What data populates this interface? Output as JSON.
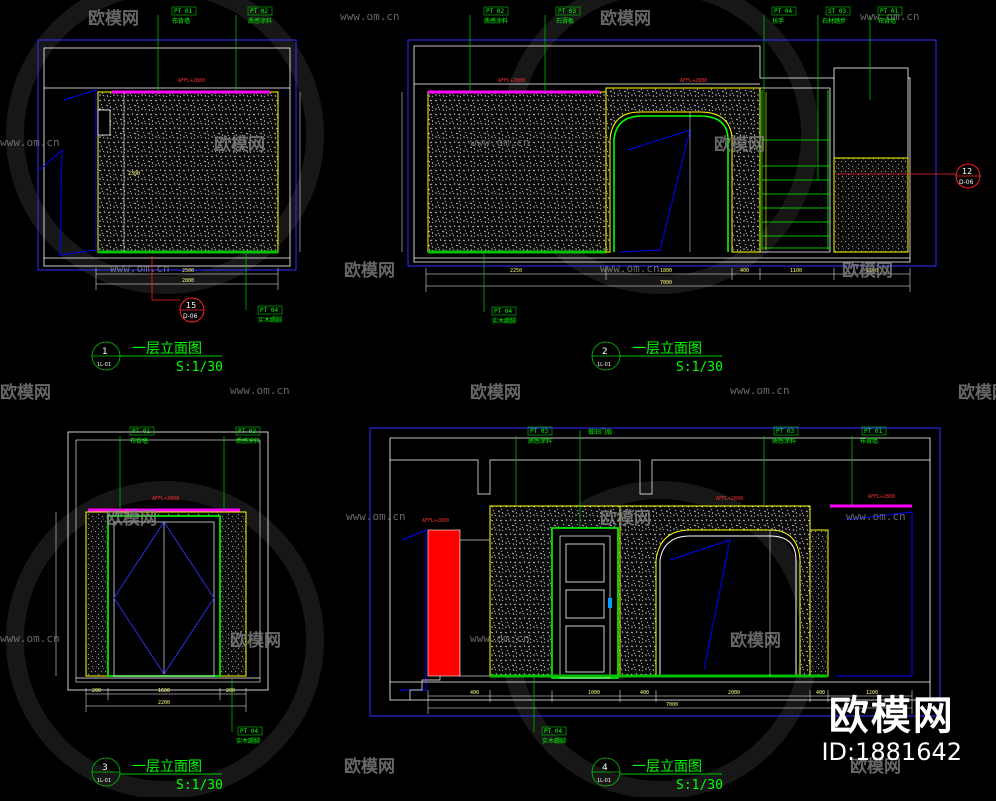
{
  "drawings": [
    {
      "num": "1",
      "sheet": "1L-01",
      "title": "一层立面图",
      "scale": "S:1/30",
      "ref": {
        "num": "15",
        "sheet": "D-06"
      },
      "tags": [
        {
          "code": "PT 01",
          "label": "布背墙"
        },
        {
          "code": "PT 02",
          "label": "质感涂料"
        },
        {
          "code": "PT 04",
          "label": "实木踢脚"
        }
      ],
      "afl": "AFFL+2800"
    },
    {
      "num": "2",
      "sheet": "1L-01",
      "title": "一层立面图",
      "scale": "S:1/30",
      "ref": {
        "num": "12",
        "sheet": "D-06"
      },
      "tags": [
        {
          "code": "PT 02",
          "label": "质感涂料"
        },
        {
          "code": "PT 03",
          "label": "石膏板"
        },
        {
          "code": "PT 04",
          "label": "扶手"
        },
        {
          "code": "ST 03",
          "label": "石材踏步"
        },
        {
          "code": "PT 01",
          "label": "布背墙"
        },
        {
          "code": "PT 04",
          "label": "实木踢脚"
        }
      ],
      "afl": "AFFL+2800"
    },
    {
      "num": "3",
      "sheet": "1L-01",
      "title": "一层立面图",
      "scale": "S:1/30",
      "tags": [
        {
          "code": "PT 01",
          "label": "布背墙"
        },
        {
          "code": "PT 03",
          "label": "质感涂料"
        },
        {
          "code": "PT 04",
          "label": "实木踢脚"
        }
      ],
      "afl": "AFFL+2800"
    },
    {
      "num": "4",
      "sheet": "1L-01",
      "title": "一层立面图",
      "scale": "S:1/30",
      "tags": [
        {
          "code": "PT 03",
          "label": "质感涂料"
        },
        {
          "code": "",
          "label": "做旧门扇"
        },
        {
          "code": "PT 03",
          "label": "质感涂料"
        },
        {
          "code": "PT 01",
          "label": "布背墙"
        },
        {
          "code": "PT 04",
          "label": "实木踢脚"
        }
      ],
      "afl": "AFFL+2800"
    }
  ],
  "dims": {
    "d1_w": "2500",
    "d1_total": "2800",
    "d1_h": "2300",
    "d2_a": "2250",
    "d2_b": "1800",
    "d2_c": "400",
    "d2_d": "1100",
    "d2_e": "1100",
    "d2_total": "7000",
    "d3_a": "200",
    "d3_b": "1600",
    "d3_c": "200",
    "d3_total": "2200",
    "d4_a": "400",
    "d4_b": "1000",
    "d4_c": "400",
    "d4_d": "2000",
    "d4_e": "400",
    "d4_f": "1200",
    "d4_total": "7000"
  },
  "watermark": {
    "text": "欧模网",
    "url": "www.om.cn"
  },
  "brand": {
    "name": "欧模网",
    "id": "ID:1881642"
  },
  "colors": {
    "bg": "#000000",
    "wall": "#ffffff",
    "accent_green": "#00ff00",
    "magenta": "#ff00ff",
    "blue": "#0000ff",
    "red": "#ff0000",
    "yellow": "#ffff00",
    "tag": "#00c800",
    "title": "#00ff00"
  }
}
